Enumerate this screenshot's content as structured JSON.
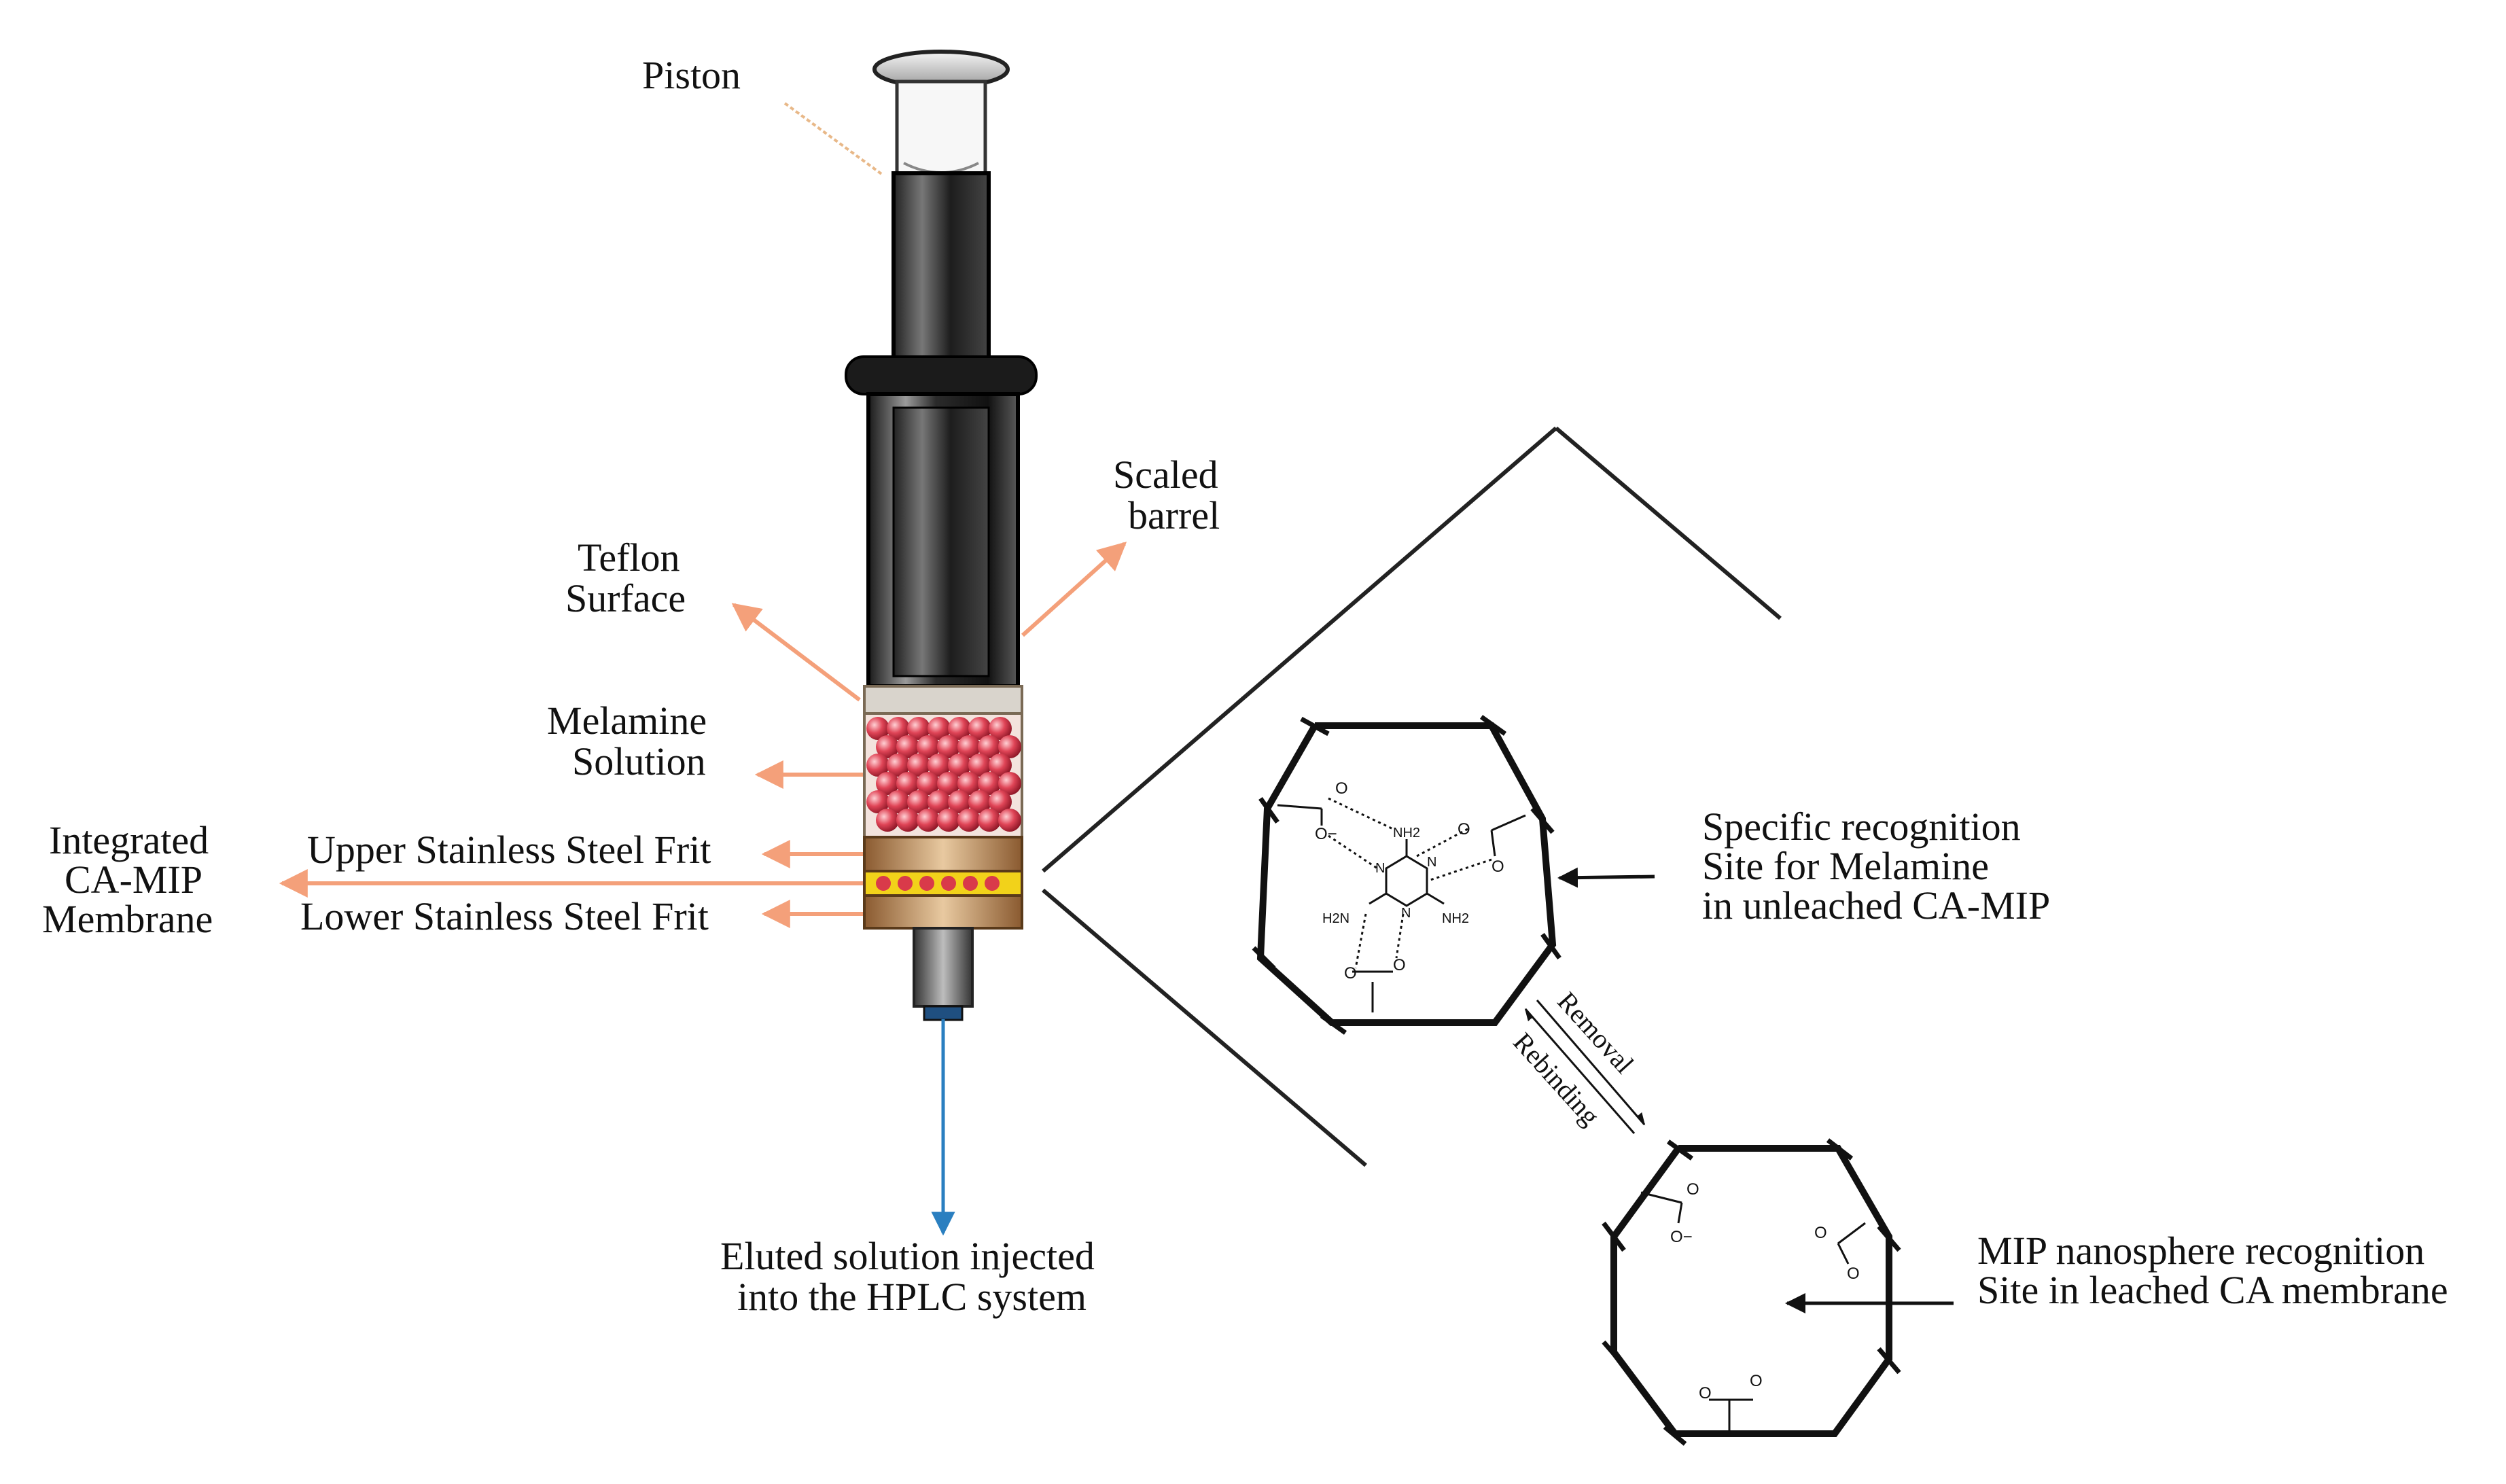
{
  "labels": {
    "piston": "Piston",
    "scaled_barrel_line1": "Scaled",
    "scaled_barrel_line2": "barrel",
    "teflon_line1": "Teflon",
    "teflon_line2": "Surface",
    "melamine_line1": "Melamine",
    "melamine_line2": "Solution",
    "upper_frit": "Upper Stainless Steel Frit",
    "lower_frit": "Lower Stainless Steel Frit",
    "membrane_line1": "Integrated",
    "membrane_line2": "CA-MIP",
    "membrane_line3": "Membrane",
    "eluted_line1": "Eluted solution injected",
    "eluted_line2": "into the HPLC  system",
    "specific_line1": "Specific recognition",
    "specific_line2": "Site for Melamine",
    "specific_line3": "in unleached CA-MIP",
    "mip_line1": "MIP  nanosphere recognition",
    "mip_line2": "Site in leached CA membrane",
    "removal": "Removal",
    "rebinding": "Rebinding"
  },
  "chem": {
    "nh2": "NH2",
    "h2n": "H2N",
    "n": "N",
    "o": "O",
    "o_minus": "O−"
  },
  "colors": {
    "arrow_orange": "#f4a07a",
    "arrow_blue": "#2a7fc0",
    "bead_red": "#d93a4a",
    "frit_brown": "#b07a4a",
    "membrane_yellow": "#f2d21a"
  }
}
